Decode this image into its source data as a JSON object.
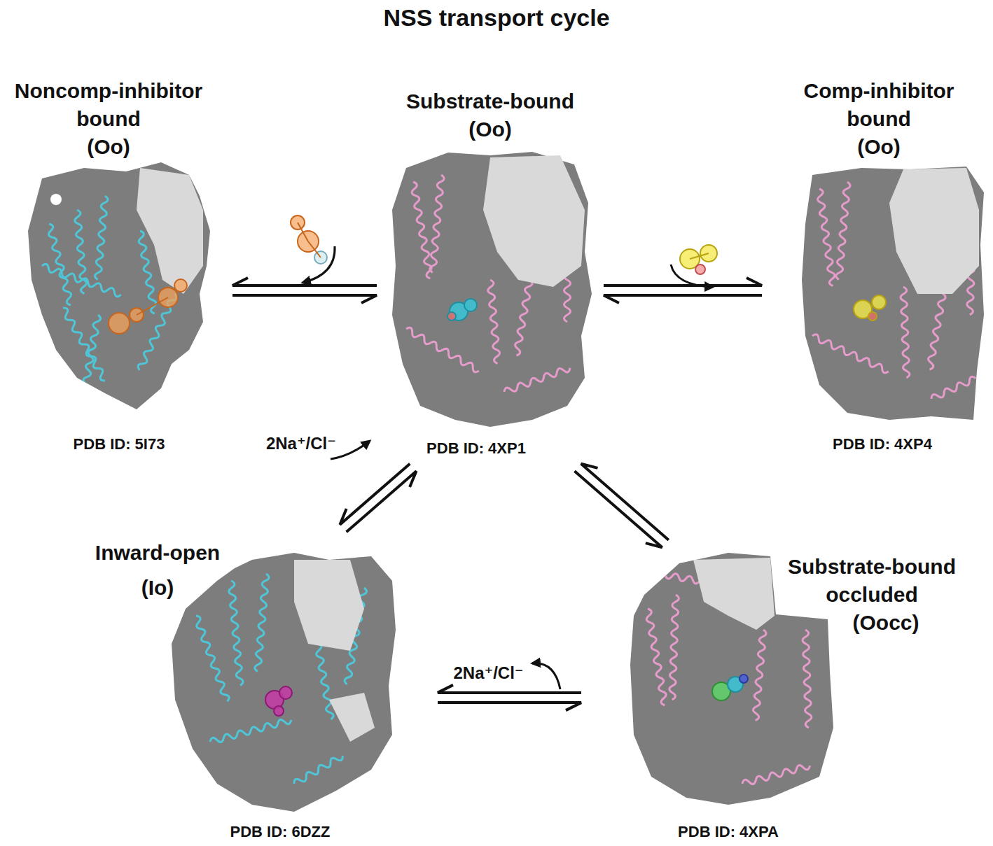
{
  "diagram": {
    "title": "NSS transport cycle",
    "nodes": [
      {
        "text": [
          "Noncomp-inhibitor bound",
          "(Oo)",
          "PDB ID: 5I73"
        ]
      },
      {
        "text": [
          "Substrate-bound",
          "(Oo)",
          "PDB ID: 4XP1"
        ]
      },
      {
        "text": [
          "Comp-inhibitor bound",
          "(Oo)",
          "PDB ID: 4XP4"
        ]
      },
      {
        "text": [
          "Inward-open",
          "(Io)",
          "PDB ID: 6DZZ"
        ]
      },
      {
        "text": [
          "Substrate-bound occluded",
          "(Oocc)",
          "PDB ID: 4XPA"
        ]
      }
    ],
    "edges": [
      {
        "from": 1,
        "to": 0,
        "arrow": "both"
      },
      {
        "from": 1,
        "to": 2,
        "arrow": "both"
      },
      {
        "from": 1,
        "to": 3,
        "label": "2Na⁺/Cl⁻",
        "arrow": "both"
      },
      {
        "from": 3,
        "to": 4,
        "label": "2Na⁺/Cl⁻",
        "arrow": "both"
      },
      {
        "from": 4,
        "to": 1,
        "arrow": "both"
      }
    ]
  }
}
